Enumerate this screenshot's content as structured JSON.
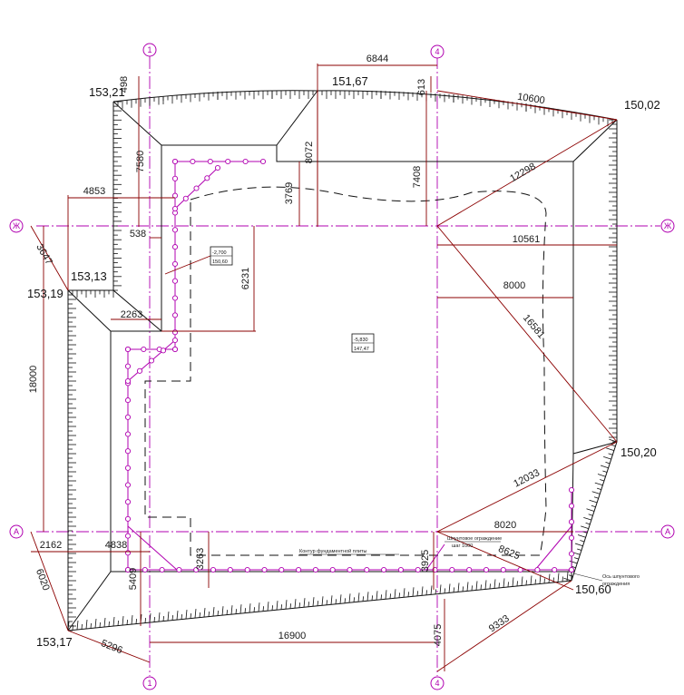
{
  "axes": {
    "vertical": [
      {
        "id": "axis-1",
        "label": "1"
      },
      {
        "id": "axis-4",
        "label": "4"
      }
    ],
    "horizontal": [
      {
        "id": "axis-zh",
        "label": "Ж"
      },
      {
        "id": "axis-a",
        "label": "А"
      }
    ]
  },
  "elevations": {
    "top_left": "153,21",
    "top_mid": "151,67",
    "top_right": "150,02",
    "left_inner": "153,13",
    "left_outer": "153,19",
    "right_mid": "150,20",
    "bottom_right": "150,60",
    "bottom_left": "153,17"
  },
  "dimensions": {
    "d6844": "6844",
    "d498": "498",
    "d613": "613",
    "d10600": "10600",
    "d7580": "7580",
    "d8072": "8072",
    "d7408": "7408",
    "d12298": "12298",
    "d4853": "4853",
    "d3769": "3769",
    "d538": "538",
    "d3647": "3647",
    "d10561": "10561",
    "d6231": "6231",
    "d8000": "8000",
    "d2263": "2263",
    "d16581": "16581",
    "d18000": "18000",
    "d12033": "12033",
    "d2162": "2162",
    "d4838": "4838",
    "d8020": "8020",
    "d3263": "3263",
    "d8625": "8625",
    "d3925": "3925",
    "d5409": "5409",
    "d6020": "6020",
    "d16900": "16900",
    "d4075": "4075",
    "d9333": "9333",
    "d5296": "5296"
  },
  "level_boxes": {
    "left": {
      "top": "-2,700",
      "bottom": "150,60"
    },
    "center": {
      "top": "-5,830",
      "bottom": "147,47"
    }
  },
  "notes": {
    "slab_contour": "Контур фундаментной плиты",
    "fence_note_line1": "Шпунтовое ограждение",
    "fence_note_line2": "шаг 1000",
    "fence_axis_line1": "Ось шпунтового",
    "fence_axis_line2": "ограждения"
  },
  "colors": {
    "axis": "#b000b0",
    "dimension": "#8b0000",
    "outline": "#111111"
  }
}
